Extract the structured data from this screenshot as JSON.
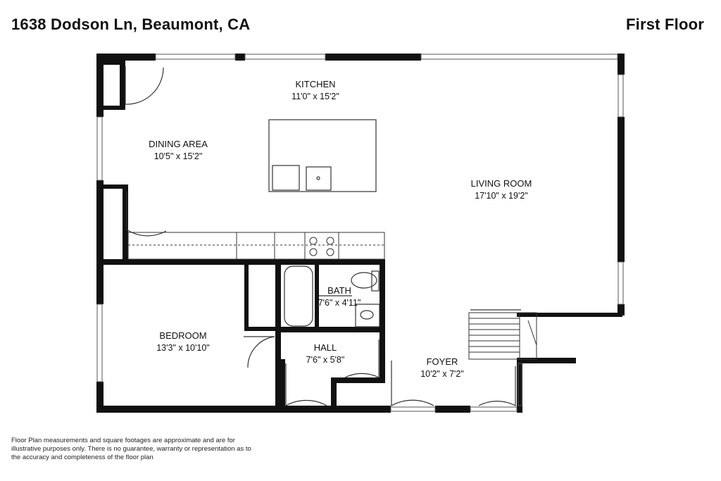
{
  "header": {
    "address": "1638 Dodson Ln, Beaumont, CA",
    "floor": "First Floor"
  },
  "rooms": [
    {
      "id": "kitchen",
      "name": "KITCHEN",
      "dims": "11'0\" x 15'2\""
    },
    {
      "id": "dining",
      "name": "DINING AREA",
      "dims": "10'5\" x 15'2\""
    },
    {
      "id": "living",
      "name": "LIVING ROOM",
      "dims": "17'10\" x 19'2\""
    },
    {
      "id": "bath",
      "name": "BATH",
      "dims": "7'6\" x 4'11\""
    },
    {
      "id": "bedroom",
      "name": "BEDROOM",
      "dims": "13'3\" x 10'10\""
    },
    {
      "id": "hall",
      "name": "HALL",
      "dims": "7'6\" x 5'8\""
    },
    {
      "id": "foyer",
      "name": "FOYER",
      "dims": "10'2\" x 7'2\""
    }
  ],
  "disclaimer": "Floor Plan measurements and square footages are approximate and are for illustrative purposes only. There is no guarantee, warranty or representation as to the accuracy and completeness of the floor plan",
  "colors": {
    "wall": "#111111",
    "line": "#555555",
    "background": "#ffffff"
  }
}
